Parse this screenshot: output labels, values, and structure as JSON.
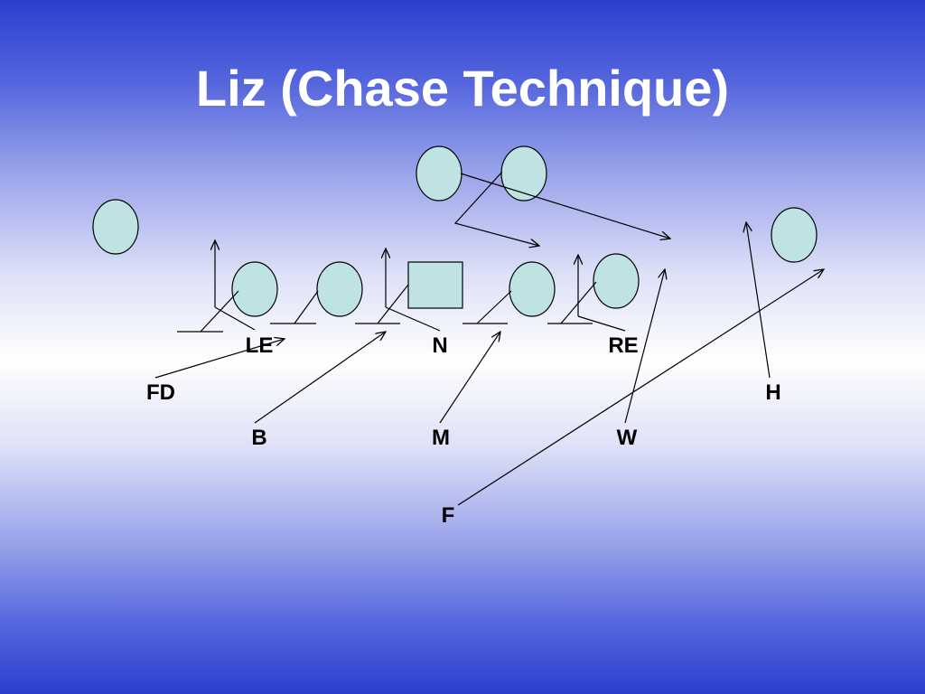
{
  "slide": {
    "title": "Liz (Chase Technique)"
  },
  "colors": {
    "player_fill": "#bfe3e3",
    "line": "#000000",
    "title_text": "#ffffff",
    "background_mid": "#ffffff",
    "background_edge": "#2a3fd0"
  },
  "defense_labels": {
    "le": "LE",
    "n": "N",
    "re": "RE",
    "fd": "FD",
    "h": "H",
    "b": "B",
    "m": "M",
    "w": "W",
    "f": "F"
  }
}
